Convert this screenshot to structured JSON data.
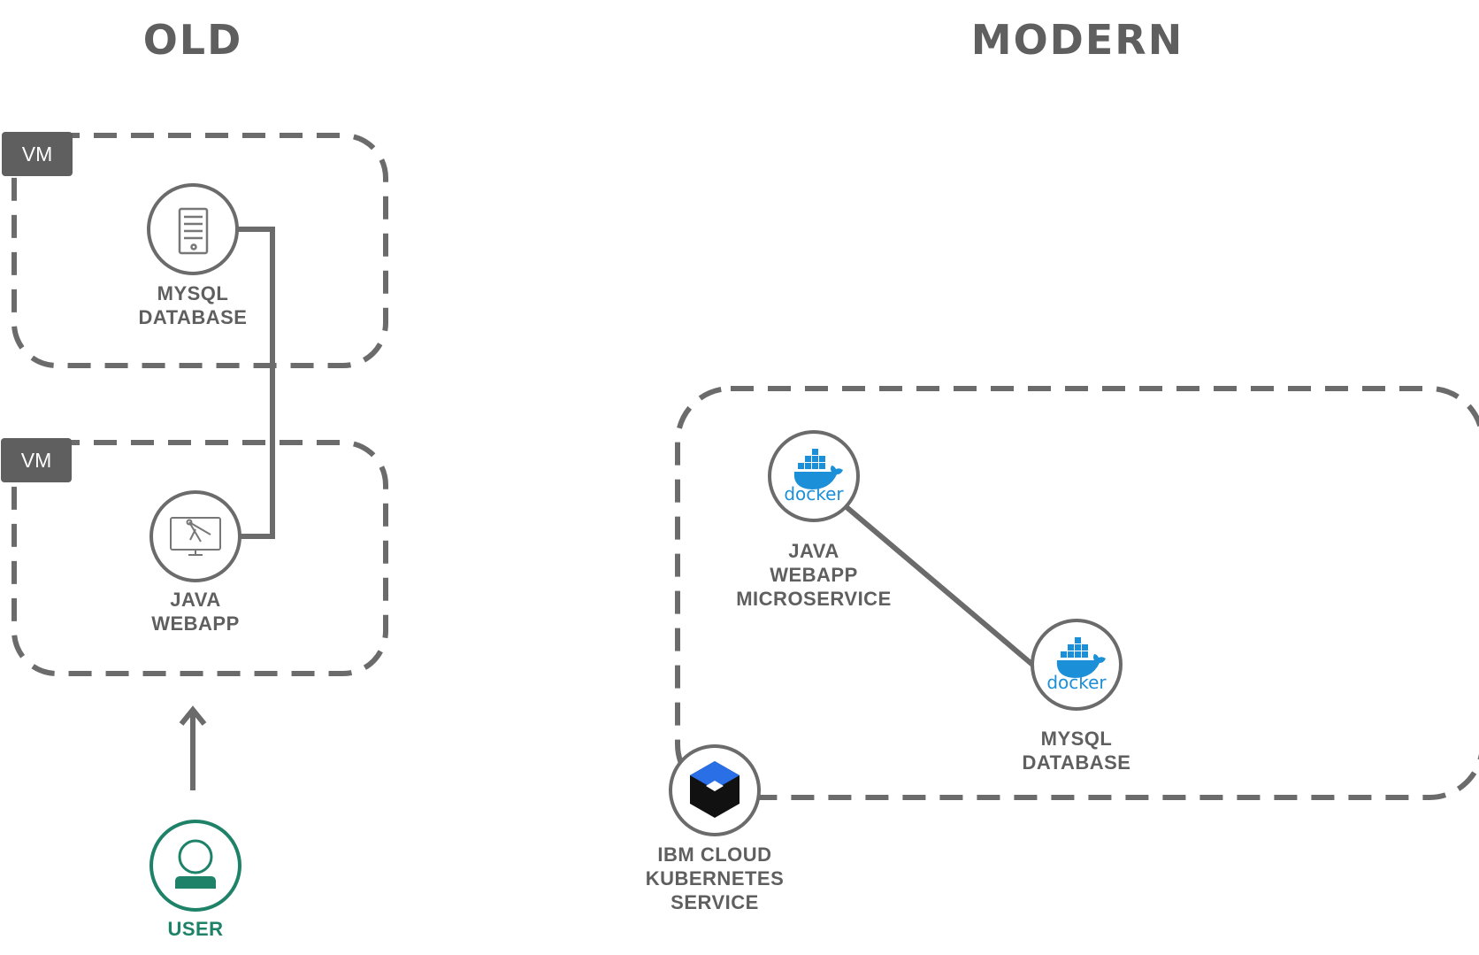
{
  "headings": {
    "old": "OLD",
    "modern": "MODERN"
  },
  "old": {
    "vm_tag_top": "VM",
    "vm_tag_bottom": "VM",
    "mysql": {
      "line1": "MYSQL",
      "line2": "DATABASE",
      "icon": "server-icon"
    },
    "webapp": {
      "line1": "JAVA",
      "line2": "WEBAPP",
      "icon": "monitor-icon"
    },
    "user": {
      "label": "USER",
      "icon": "user-icon"
    }
  },
  "modern": {
    "microservice": {
      "line1": "JAVA",
      "line2": "WEBAPP",
      "line3": "MICROSERVICE",
      "logo_text": "docker",
      "icon": "docker-icon"
    },
    "mysql": {
      "line1": "MYSQL",
      "line2": "DATABASE",
      "logo_text": "docker",
      "icon": "docker-icon"
    },
    "kubernetes": {
      "line1": "IBM CLOUD",
      "line2": "KUBERNETES",
      "line3": "SERVICE",
      "icon": "ibm-kubernetes-icon"
    }
  },
  "colors": {
    "gray": "#6b6b6b",
    "text": "#5f5f5f",
    "user_green": "#1e8268",
    "docker_blue": "#1b8fd8",
    "ibm_blue": "#2a6fe6",
    "black": "#111111"
  }
}
